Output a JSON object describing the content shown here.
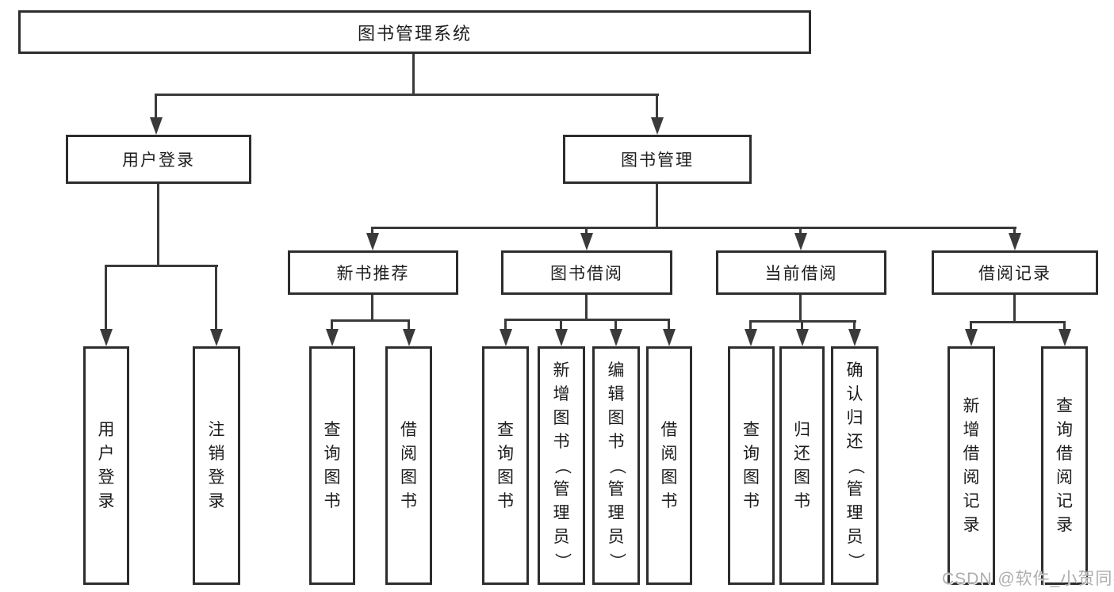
{
  "diagram": {
    "root": {
      "label": "图书管理系统"
    },
    "branches": [
      {
        "label": "用户登录"
      },
      {
        "label": "图书管理"
      }
    ],
    "sections": [
      {
        "label": "新书推荐"
      },
      {
        "label": "图书借阅"
      },
      {
        "label": "当前借阅"
      },
      {
        "label": "借阅记录"
      }
    ],
    "leaves": [
      {
        "label": "用户登录"
      },
      {
        "label": "注销登录"
      },
      {
        "label": "查询图书"
      },
      {
        "label": "借阅图书"
      },
      {
        "label": "查询图书"
      },
      {
        "label": "新增图书（管理员）"
      },
      {
        "label": "编辑图书（管理员）"
      },
      {
        "label": "借阅图书"
      },
      {
        "label": "查询图书"
      },
      {
        "label": "归还图书"
      },
      {
        "label": "确认归还（管理员）"
      },
      {
        "label": "新增借阅记录"
      },
      {
        "label": "查询借阅记录"
      }
    ],
    "colors": {
      "line": "#3a3a3a",
      "border": "#2d2d2d",
      "text": "#1c1c1c",
      "watermark": "#aeaeae",
      "background": "#ffffff"
    }
  },
  "watermark": {
    "text": "CSDN @软件_小贺同学"
  }
}
